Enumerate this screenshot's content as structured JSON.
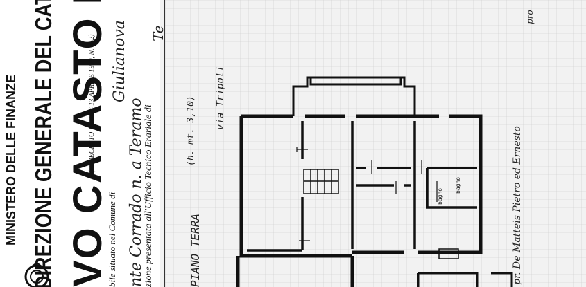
{
  "document": {
    "header": {
      "ministry": "MINISTERO DELLE FINANZE",
      "direction": "DIREZIONE GENERALE DEL CATASTO E DEI S",
      "title": "VO CATASTO EDILIZ",
      "decree": "(R. DECRETO-LEGGE 13 APRILE 1939, N. 652)",
      "comune_label": "bile situato nel Comune di",
      "comune_value": "Giulianova",
      "locality_value": "nte Corrado n. a Teramo",
      "office_label": "zione presentata all'Ufficio Tecnico Erariale di",
      "office_value": "Te"
    },
    "plan": {
      "floor_label": "PIANO TERRA",
      "height_note": "(h. mt. 3,10)",
      "street": "via Tripoli",
      "room_label": "bagno",
      "room_label_2": "bagno",
      "owner_prefix": "pr.",
      "owner": "De Matteis Pietro ed Ernesto",
      "top_right_note": "pro"
    },
    "colors": {
      "paper": "#f2f2f2",
      "ink": "#111111",
      "grid": "#c9c9c9"
    }
  }
}
